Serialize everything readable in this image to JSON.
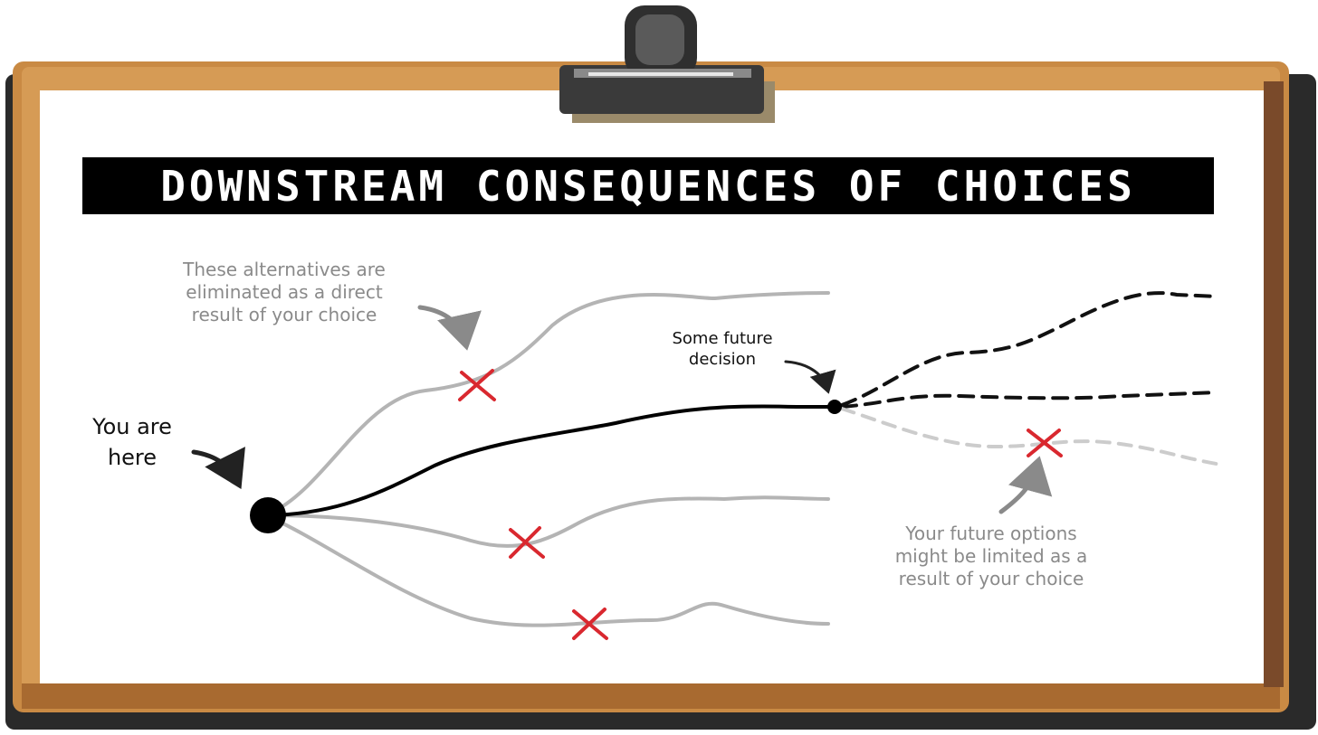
{
  "title": "DOWNSTREAM CONSEQUENCES OF CHOICES",
  "annotations": {
    "alternatives": [
      "These alternatives are",
      "eliminated as a direct",
      "result of your choice"
    ],
    "you_are_here": [
      "You are",
      "here"
    ],
    "future_decision": [
      "Some future",
      "decision"
    ],
    "future_options": [
      "Your future options",
      "might be limited as a",
      "result of your choice"
    ]
  },
  "colors": {
    "chosen_path": "#000000",
    "eliminated_path": "#b4b4b4",
    "future_eliminated_path": "#cccccc",
    "cross": "#d9282f",
    "annotation_gray": "#8a8a8a",
    "board_wood": "#c98a44",
    "board_paper": "#ffffff",
    "clip": "#3a3a3a"
  },
  "icons": {
    "clip": "clipboard-clip-icon",
    "cross": "x-mark-icon",
    "arrow": "curved-arrow-icon"
  }
}
